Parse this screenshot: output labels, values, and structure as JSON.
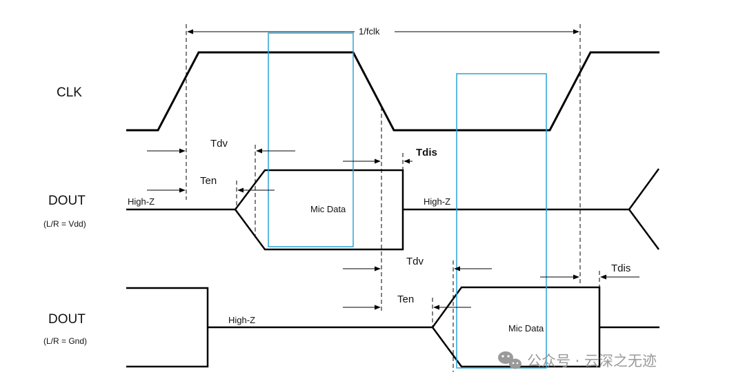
{
  "labels": {
    "clk": "CLK",
    "dout_vdd": "DOUT",
    "dout_vdd_sub": "(L/R = Vdd)",
    "dout_gnd": "DOUT",
    "dout_gnd_sub": "(L/R = Gnd)",
    "period": "1/fclk",
    "tdv_top": "Tdv",
    "ten_top": "Ten",
    "tdis_top": "Tdis",
    "highz_1": "High-Z",
    "highz_2": "High-Z",
    "highz_3": "High-Z",
    "mic_data_1": "Mic Data",
    "mic_data_2": "Mic Data",
    "tdv_bottom": "Tdv",
    "ten_bottom": "Ten",
    "tdis_bottom": "Tdis"
  },
  "watermark": {
    "icon": "wechat-icon",
    "text": "公众号 · 云深之无迹"
  },
  "colors": {
    "signal": "#000000",
    "highlight_box": "#29a3d6",
    "watermark": "#9a9a9a"
  }
}
